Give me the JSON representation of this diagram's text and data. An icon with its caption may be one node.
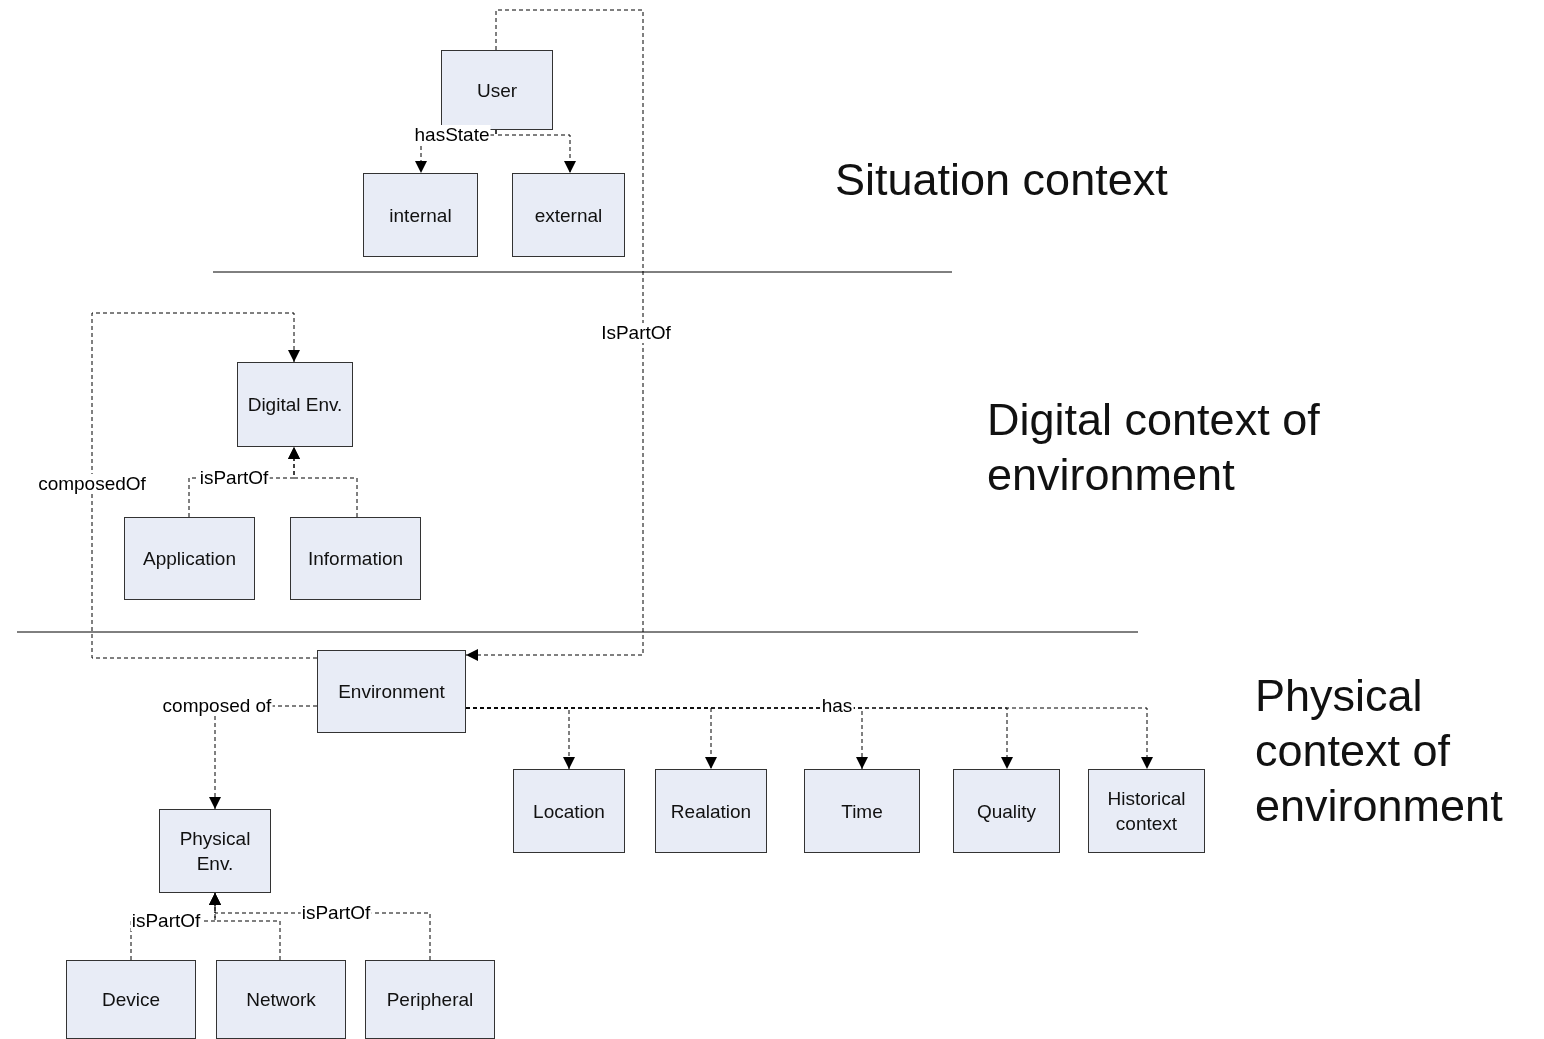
{
  "diagram": {
    "nodes": [
      {
        "text": [
          "User"
        ]
      },
      {
        "text": [
          "internal"
        ]
      },
      {
        "text": [
          "external"
        ]
      },
      {
        "text": [
          "Digital Env."
        ]
      },
      {
        "text": [
          "Application"
        ]
      },
      {
        "text": [
          "Information"
        ]
      },
      {
        "text": [
          "Environment"
        ]
      },
      {
        "text": [
          "Physical Env."
        ]
      },
      {
        "text": [
          "Location"
        ]
      },
      {
        "text": [
          "Realation"
        ]
      },
      {
        "text": [
          "Time"
        ]
      },
      {
        "text": [
          "Quality"
        ]
      },
      {
        "text": [
          "Historical context"
        ]
      },
      {
        "text": [
          "Device"
        ]
      },
      {
        "text": [
          "Network"
        ]
      },
      {
        "text": [
          "Peripheral"
        ]
      }
    ],
    "edges": [
      {
        "from": 0,
        "to": 1,
        "arrow": "to",
        "style": "dashed",
        "label": "hasState"
      },
      {
        "from": 0,
        "to": 2,
        "arrow": "to",
        "style": "dashed"
      },
      {
        "from": 0,
        "to": 6,
        "arrow": "to",
        "style": "dashed",
        "label": "IsPartOf"
      },
      {
        "from": 6,
        "to": 3,
        "arrow": "to",
        "style": "dashed",
        "label": "composedOf"
      },
      {
        "from": 4,
        "to": 3,
        "arrow": "to",
        "style": "dashed",
        "label": "isPartOf"
      },
      {
        "from": 5,
        "to": 3,
        "arrow": "to",
        "style": "dashed"
      },
      {
        "from": 6,
        "to": 7,
        "arrow": "to",
        "style": "dashed",
        "label": "composed of"
      },
      {
        "from": 6,
        "to": 8,
        "arrow": "to",
        "style": "dashed"
      },
      {
        "from": 6,
        "to": 9,
        "arrow": "to",
        "style": "dashed"
      },
      {
        "from": 6,
        "to": 10,
        "arrow": "to",
        "style": "dashed",
        "label": "has"
      },
      {
        "from": 6,
        "to": 11,
        "arrow": "to",
        "style": "dashed"
      },
      {
        "from": 6,
        "to": 12,
        "arrow": "to",
        "style": "dashed"
      },
      {
        "from": 13,
        "to": 7,
        "arrow": "to",
        "style": "dashed",
        "label": "isPartOf"
      },
      {
        "from": 14,
        "to": 7,
        "arrow": "to",
        "style": "dashed"
      },
      {
        "from": 15,
        "to": 7,
        "arrow": "to",
        "style": "dashed",
        "label": "isPartOf"
      }
    ],
    "labels": [
      "Situation context",
      "Digital context of environment",
      "Physical context of environment"
    ]
  }
}
